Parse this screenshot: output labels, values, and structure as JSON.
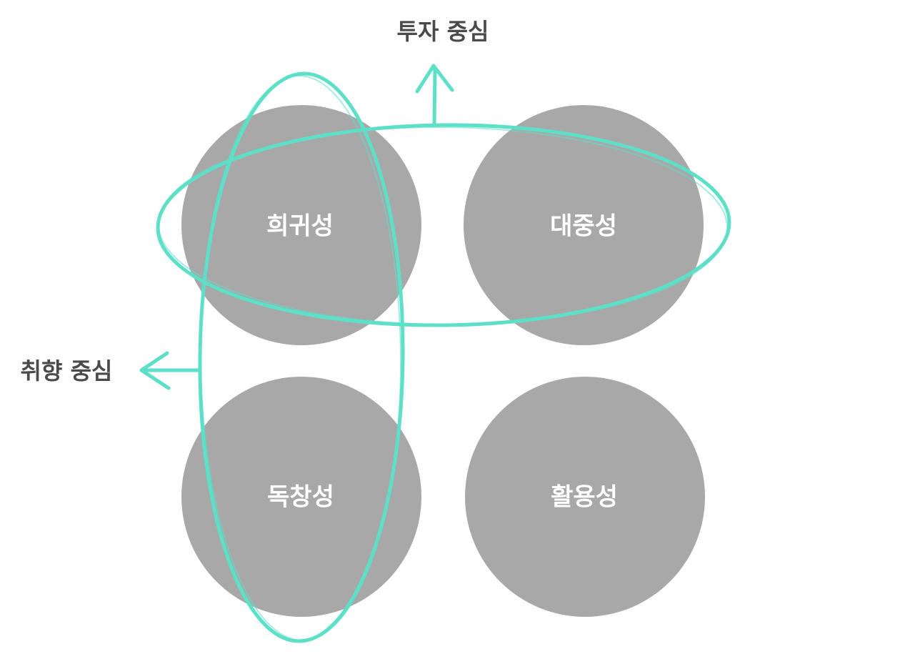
{
  "colors": {
    "circle_fill": "#a8a8a8",
    "circle_text": "#ffffff",
    "sketch_stroke": "#5ddfc8",
    "axis_text": "#4a4a4a",
    "background": "#ffffff"
  },
  "axes": {
    "investment": {
      "label": "투자 중심",
      "arrow_direction": "up"
    },
    "taste": {
      "label": "취향 중심",
      "arrow_direction": "left"
    }
  },
  "circles": [
    {
      "id": "rarity",
      "label": "희귀성"
    },
    {
      "id": "popularity",
      "label": "대중성"
    },
    {
      "id": "originality",
      "label": "독창성"
    },
    {
      "id": "utility",
      "label": "활용성"
    }
  ],
  "groupings": {
    "investment": [
      "희귀성",
      "대중성"
    ],
    "taste": [
      "희귀성",
      "독창성"
    ]
  }
}
